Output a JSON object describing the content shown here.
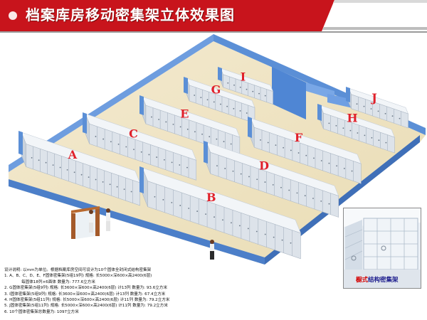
{
  "title": "档案库房移动密集架立体效果图",
  "zones": [
    "A",
    "B",
    "C",
    "D",
    "E",
    "F",
    "G",
    "H",
    "I",
    "J"
  ],
  "notes": [
    "设计说明: 以mm为单位。根据档案库房空间可设计为10个固体全封闭式结构密集架",
    "1. A、B、C、D、E、F固体密集架(5组19列) 规格: 长5000×深600×高2400(6层)",
    "每固体18列×6面体  数量为: 777.6立方米",
    "2. G固体密集架(5组9列) 规格: 长3600×深600×高2400(6层)   计13列  数量为: 93.6立方米",
    "3. I固体密集架(5组9列) 规格: 长3600×深600×高2400(6层)   计13列  数量为: 67.4立方米",
    "4. H固体密集架(5组11列) 规格: 长5000×深600×高2400(6层)   计11列  数量为: 79.2立方米",
    "5. J固体密集架(5组11列) 规格: 长5000×深600×高2400(6层)   计11列  数量为: 79.2立方米",
    "6. 10个固体密集架总数量为: 1097立方米"
  ],
  "inset_caption": {
    "red": "橱式",
    "blue": "结构密集架"
  },
  "colors": {
    "banner": "#c8141c",
    "wall": "#5b8fd6",
    "floor": "#efe3bf",
    "shelf": "#e6ebf1",
    "label": "#e0202a"
  }
}
